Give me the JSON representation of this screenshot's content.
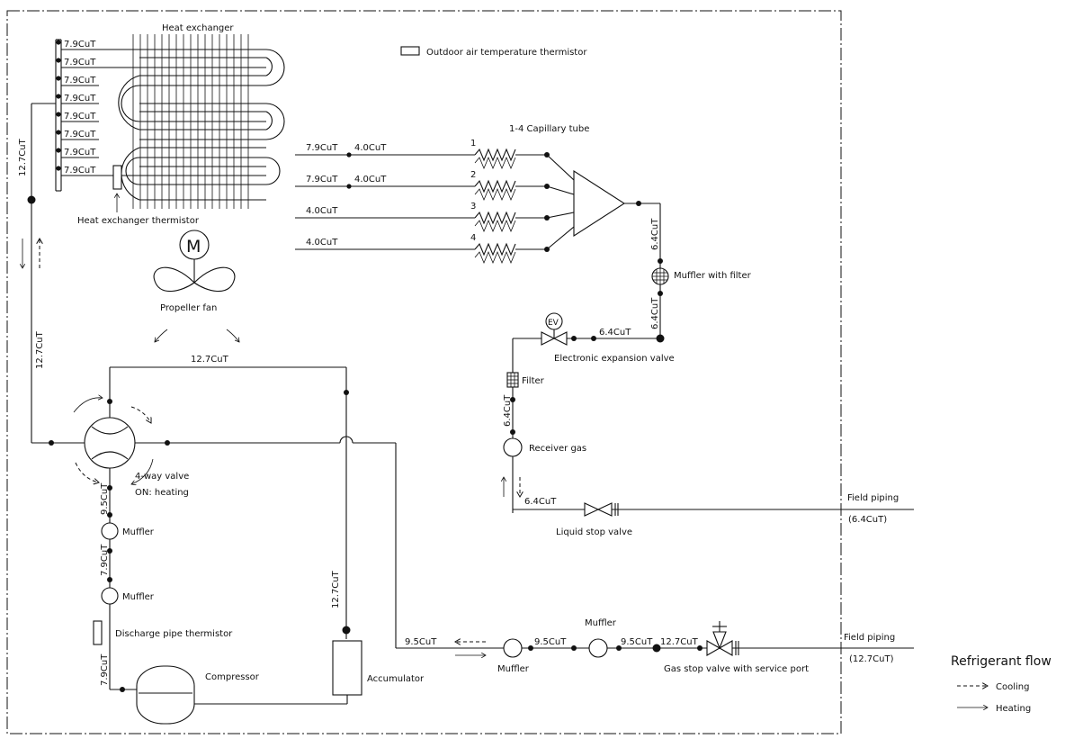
{
  "components": {
    "heat_exchanger": "Heat exchanger",
    "outdoor_thermistor": "Outdoor air temperature thermistor",
    "capillary": "1-4  Capillary tube",
    "hx_thermistor": "Heat exchanger thermistor",
    "motor": "M",
    "fan": "Propeller fan",
    "muffler_filter": "Muffler with filter",
    "ev_symbol": "EV",
    "eev": "Electronic expansion valve",
    "filter": "Filter",
    "receiver": "Receiver gas",
    "four_way_line1": "4-way valve",
    "four_way_line2": "ON: heating",
    "muffler": "Muffler",
    "discharge_thermistor": "Discharge pipe thermistor",
    "compressor": "Compressor",
    "accumulator": "Accumulator",
    "liquid_stop_valve": "Liquid stop valve",
    "gas_stop_valve": "Gas stop valve with service port"
  },
  "hx_taps": [
    "7.9CuT",
    "7.9CuT",
    "7.9CuT",
    "7.9CuT",
    "7.9CuT",
    "7.9CuT",
    "7.9CuT",
    "7.9CuT"
  ],
  "branches": [
    {
      "num": "1",
      "left": "7.9CuT",
      "right": "4.0CuT"
    },
    {
      "num": "2",
      "left": "7.9CuT",
      "right": "4.0CuT"
    },
    {
      "num": "3",
      "left": "4.0CuT",
      "right": ""
    },
    {
      "num": "4",
      "left": "4.0CuT",
      "right": ""
    }
  ],
  "pipes": {
    "left_upper": "12.7CuT",
    "left_lower": "12.7CuT",
    "top_loop": "12.7CuT",
    "right_upper": "6.4CuT",
    "right_lower": "6.4CuT",
    "eev_line": "6.4CuT",
    "filter_line": "6.4CuT",
    "liquid_line": "6.4CuT",
    "discharge_a": "9.5CuT",
    "discharge_b": "7.9CuT",
    "discharge_c": "7.9CuT",
    "accum_line": "12.7CuT",
    "gas_a": "9.5CuT",
    "gas_b": "9.5CuT",
    "gas_c": "9.5CuT",
    "gas_d": "12.7CuT"
  },
  "field": {
    "liquid_title": "Field piping",
    "liquid_size": "(6.4CuT)",
    "gas_title": "Field piping",
    "gas_size": "(12.7CuT)"
  },
  "legend": {
    "title": "Refrigerant flow",
    "cooling": "Cooling",
    "heating": "Heating"
  }
}
